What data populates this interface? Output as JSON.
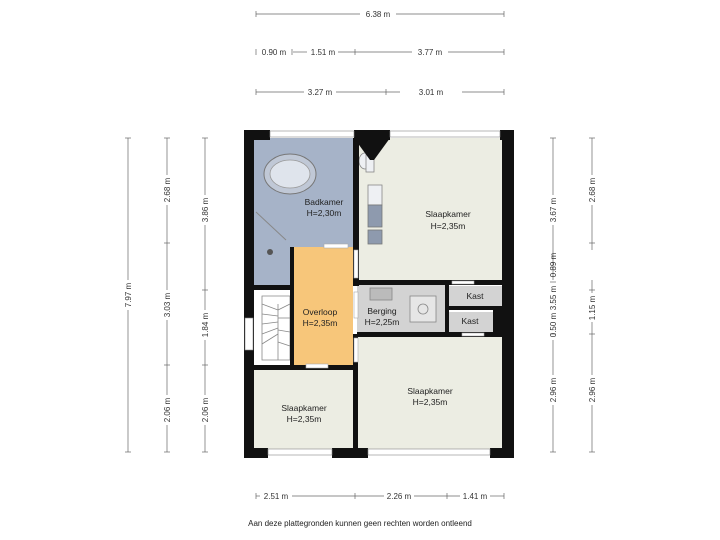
{
  "colors": {
    "wall": "#111111",
    "room_floor": "#ecede3",
    "bathroom": "#a6b3c8",
    "landing": "#f7c67a",
    "storage": "#d3d3d3",
    "dim_line": "#666666"
  },
  "dimensions": {
    "top_total": "6.38 m",
    "top_row2": [
      "0.90 m",
      "1.51 m",
      "3.77 m"
    ],
    "top_row3": [
      "3.27 m",
      "3.01 m"
    ],
    "left_total": "7.97 m",
    "left_segments": [
      "2.68 m",
      "3.03 m",
      "2.06 m"
    ],
    "left_inner": [
      "3.86 m",
      "1.84 m",
      "2.06 m"
    ],
    "right_inner": [
      "3.67 m",
      "0.89 m",
      "3.55 m",
      "0.50 m",
      "2.96 m"
    ],
    "right_outer": [
      "2.68 m",
      "1.15 m",
      "2.96 m"
    ],
    "bottom": [
      "2.51 m",
      "2.26 m",
      "1.41 m"
    ]
  },
  "rooms": {
    "badkamer": {
      "name": "Badkamer",
      "height": "H=2,30m"
    },
    "slaapkamer_top": {
      "name": "Slaapkamer",
      "height": "H=2,35m"
    },
    "overloop": {
      "name": "Overloop",
      "height": "H=2,35m"
    },
    "berging": {
      "name": "Berging",
      "height": "H=2,25m"
    },
    "kast_top": {
      "name": "Kast"
    },
    "kast_bottom": {
      "name": "Kast"
    },
    "slaapkamer_right": {
      "name": "Slaapkamer",
      "height": "H=2,35m"
    },
    "slaapkamer_left": {
      "name": "Slaapkamer",
      "height": "H=2,35m"
    }
  },
  "disclaimer": "Aan deze plattegronden kunnen geen rechten worden ontleend"
}
